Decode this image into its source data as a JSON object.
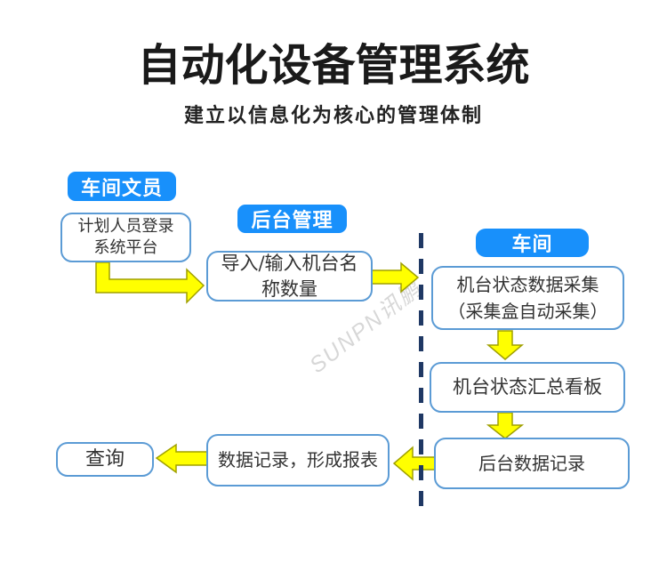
{
  "page": {
    "title": "自动化设备管理系统",
    "subtitle": "建立以信息化为核心的管理体制",
    "watermark": "SUNPN讯鹏"
  },
  "colors": {
    "group_label_blue": "#1890fb",
    "node_border_blue": "#5b9bd5",
    "divider_navy": "#1f3864",
    "arrow_fill_yellow": "#ffff00",
    "arrow_outline_olive": "#a0a000",
    "title_text": "#1a1a1a",
    "node_text": "#333333"
  },
  "group_labels": {
    "clerk": "车间文员",
    "backend": "后台管理",
    "workshop": "车间"
  },
  "nodes": {
    "login": "计划人员登录\n系统平台",
    "import": "导入/输入机台名\n称数量",
    "collect": "机台状态数据采集\n（采集盒自动采集）",
    "board": "机台状态汇总看板",
    "record": "后台数据记录",
    "report": "数据记录，形成报表",
    "query": "查询"
  },
  "flow_arrows": [
    {
      "from": "login",
      "to": "import",
      "shape": "elbow-down-right"
    },
    {
      "from": "import",
      "to": "collect",
      "shape": "right"
    },
    {
      "from": "collect",
      "to": "board",
      "shape": "down"
    },
    {
      "from": "board",
      "to": "record",
      "shape": "down"
    },
    {
      "from": "record",
      "to": "report",
      "shape": "left"
    },
    {
      "from": "report",
      "to": "query",
      "shape": "left"
    }
  ]
}
